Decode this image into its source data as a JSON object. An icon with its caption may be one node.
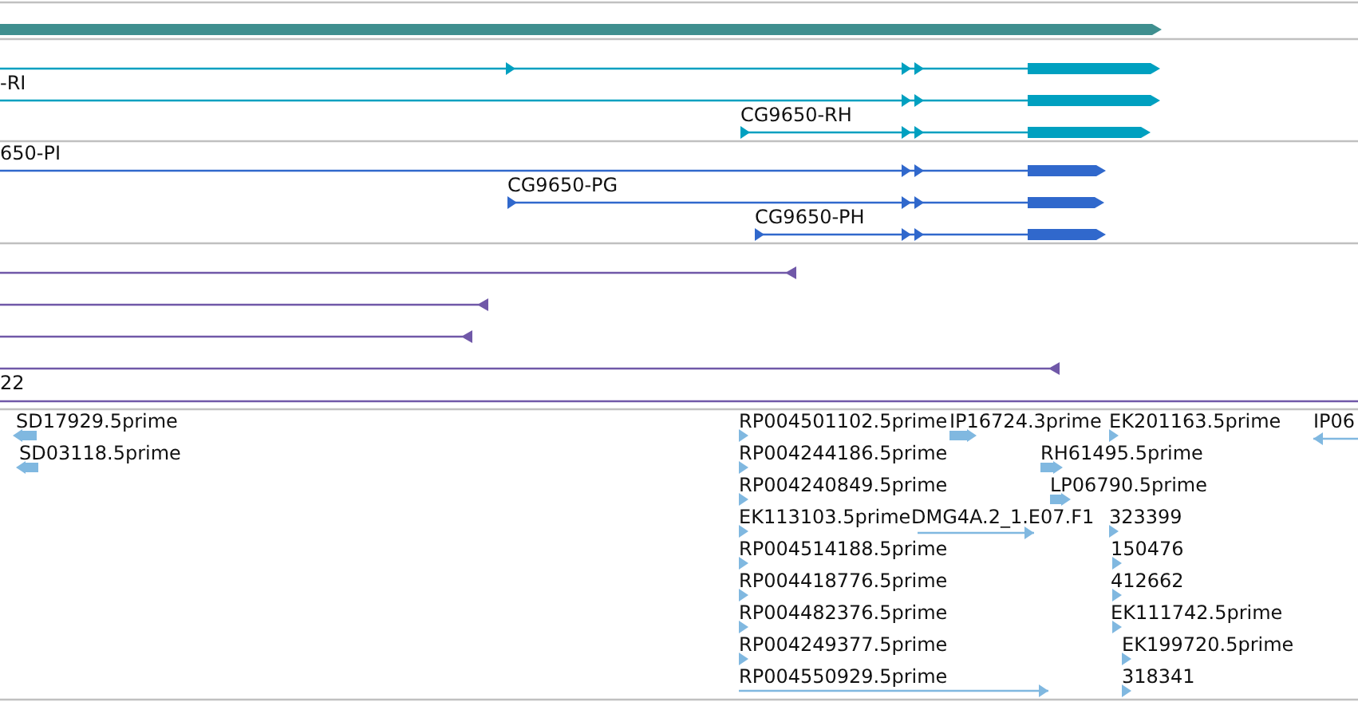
{
  "diagram": {
    "labels": [
      "-RI",
      "CG9650-RH",
      "650-PI",
      "CG9650-PG",
      "CG9650-PH",
      "22",
      "SD17929.5prime",
      "RP004501102.5prime",
      "IP16724.3prime",
      "EK201163.5prime",
      "IP06",
      "SD03118.5prime",
      "RP004244186.5prime",
      "RH61495.5prime",
      "RP004240849.5prime",
      "LP06790.5prime",
      "EK113103.5prime",
      "DMG4A.2_1.E07.F1",
      "323399",
      "RP004514188.5prime",
      "150476",
      "RP004418776.5prime",
      "412662",
      "RP004482376.5prime",
      "EK111742.5prime",
      "RP004249377.5prime",
      "EK199720.5prime",
      "RP004550929.5prime",
      "318341"
    ]
  }
}
